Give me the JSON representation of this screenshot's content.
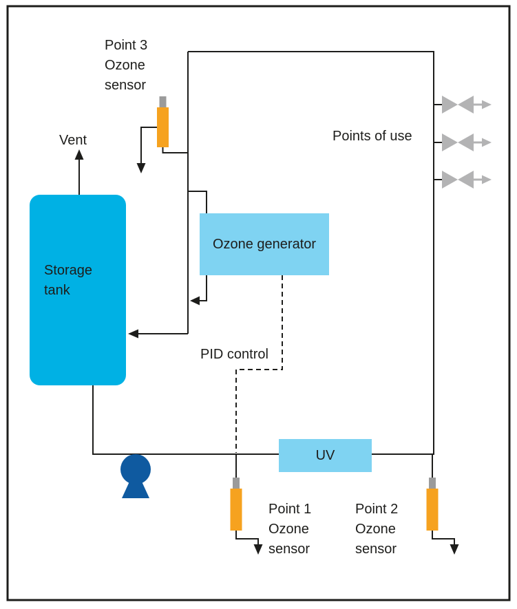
{
  "diagram": {
    "title_hint": "Ozone water treatment loop diagram",
    "labels": {
      "vent": "Vent",
      "point3_sensor": "Point 3\nOzone\nsensor",
      "points_of_use": "Points of use",
      "storage_tank": "Storage\ntank",
      "ozone_generator": "Ozone generator",
      "pid_control": "PID control",
      "uv": "UV",
      "point1_sensor": "Point 1\nOzone\nsensor",
      "point2_sensor": "Point 2\nOzone\nsensor"
    },
    "colors": {
      "background": "#ffffff",
      "line": "#1d1d1b",
      "tank_fill": "#00b1e4",
      "box_fill": "#7fd3f2",
      "sensor_body": "#f6a21f",
      "sensor_cap": "#9b9b9b",
      "valve_fill": "#b3b3b4",
      "pump_fill": "#0f5aa0"
    }
  }
}
